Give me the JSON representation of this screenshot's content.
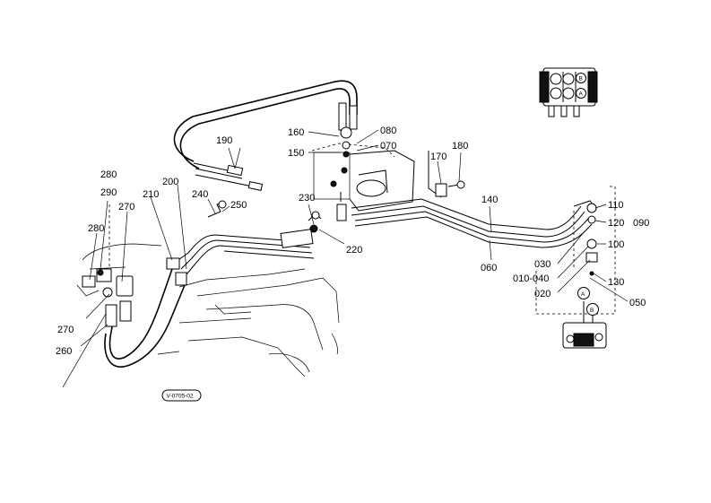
{
  "reference_code": "V-0705-02",
  "callouts": {
    "c010_040": "010-040",
    "c020": "020",
    "c030": "030",
    "c050": "050",
    "c060": "060",
    "c070": "070",
    "c080": "080",
    "c090": "090",
    "c100": "100",
    "c110": "110",
    "c120": "120",
    "c130": "130",
    "c140": "140",
    "c150": "150",
    "c160": "160",
    "c170": "170",
    "c180": "180",
    "c190": "190",
    "c200": "200",
    "c210": "210",
    "c220": "220",
    "c230": "230",
    "c240": "240",
    "c250": "250",
    "c260": "260",
    "c270_upper": "270",
    "c270_lower": "270",
    "c280_upper": "280",
    "c280_lower": "280",
    "c290": "290"
  },
  "port_markers": {
    "a_detail": "A",
    "b_detail": "B",
    "a_main": "A",
    "b_main": "B"
  }
}
